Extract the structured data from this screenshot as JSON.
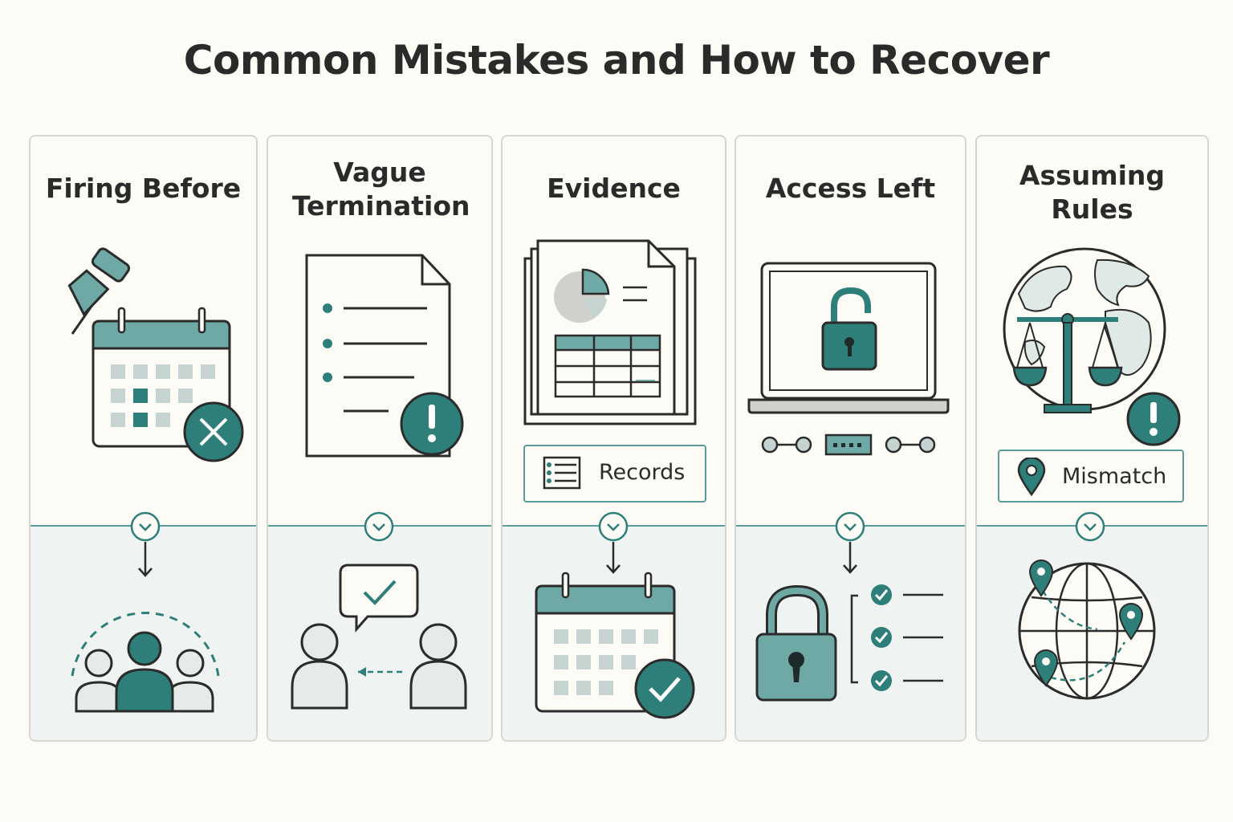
{
  "title": "Common Mistakes and How to Recover",
  "colors": {
    "teal_dark": "#2e7f7a",
    "teal_mid": "#5c9c98",
    "teal_light": "#6fa9a6",
    "panel_bottom": "#eff4f2",
    "outline": "#2b2b2b",
    "card_border": "#d6d6d2"
  },
  "cards": [
    {
      "heading": "Firing Before",
      "mistake_icon": "pinned-calendar-x-icon",
      "recovery_icon": "team-group-icon"
    },
    {
      "heading": "Vague Termination",
      "mistake_icon": "document-alert-icon",
      "recovery_icon": "conversation-check-icon"
    },
    {
      "heading": "Evidence",
      "mistake_icon": "documents-chart-table-icon",
      "tag": "Records",
      "tag_icon": "list-icon",
      "recovery_icon": "calendar-check-icon"
    },
    {
      "heading": "Access Left",
      "mistake_icon": "laptop-unlocked-icon",
      "recovery_icon": "lock-checklist-icon"
    },
    {
      "heading": "Assuming Rules",
      "mistake_icon": "globe-scales-alert-icon",
      "tag": "Mismatch",
      "tag_icon": "location-pin-icon",
      "recovery_icon": "globe-routes-icon"
    }
  ]
}
